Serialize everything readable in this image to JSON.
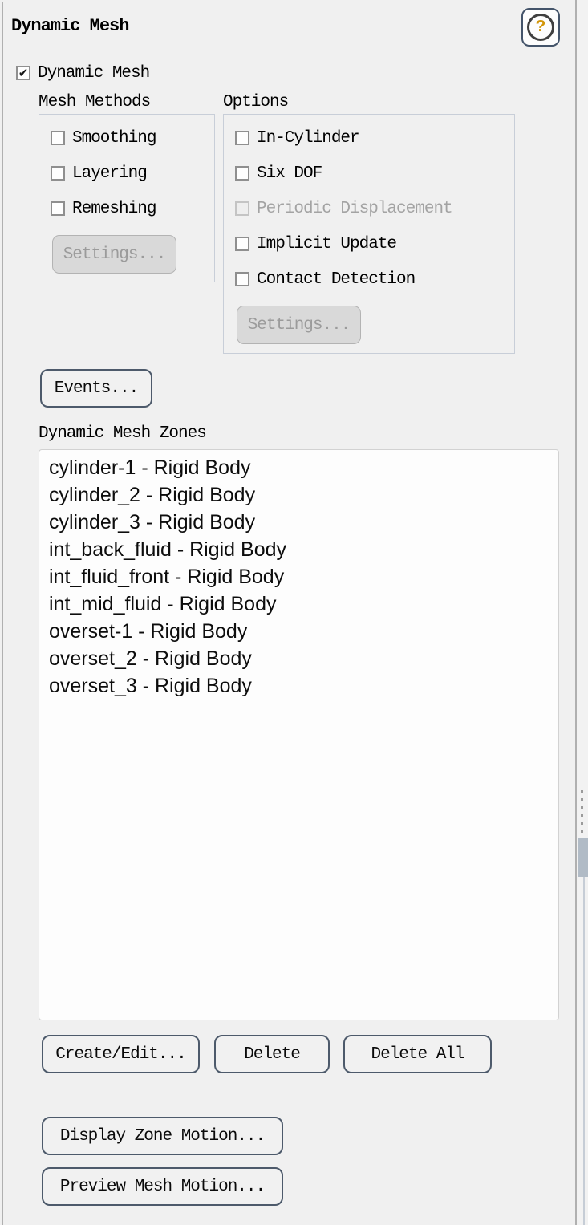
{
  "header": {
    "title": "Dynamic Mesh",
    "help_glyph": "?"
  },
  "enable": {
    "label": "Dynamic Mesh",
    "checked": true,
    "check_glyph": "✔"
  },
  "mesh_methods": {
    "label": "Mesh Methods",
    "items": [
      {
        "label": "Smoothing",
        "checked": false,
        "disabled": false
      },
      {
        "label": "Layering",
        "checked": false,
        "disabled": false
      },
      {
        "label": "Remeshing",
        "checked": false,
        "disabled": false
      }
    ],
    "settings_button": {
      "label": "Settings...",
      "disabled": true
    }
  },
  "options": {
    "label": "Options",
    "items": [
      {
        "label": "In-Cylinder",
        "checked": false,
        "disabled": false
      },
      {
        "label": "Six DOF",
        "checked": false,
        "disabled": false
      },
      {
        "label": "Periodic Displacement",
        "checked": false,
        "disabled": true
      },
      {
        "label": "Implicit Update",
        "checked": false,
        "disabled": false
      },
      {
        "label": "Contact Detection",
        "checked": false,
        "disabled": false
      }
    ],
    "settings_button": {
      "label": "Settings...",
      "disabled": true
    }
  },
  "buttons": {
    "events": "Events...",
    "create_edit": "Create/Edit...",
    "delete": "Delete",
    "delete_all": "Delete All",
    "display_zone_motion": "Display Zone Motion...",
    "preview_mesh_motion": "Preview Mesh Motion..."
  },
  "zones": {
    "label": "Dynamic Mesh Zones",
    "items": [
      "cylinder-1 - Rigid Body",
      "cylinder_2 - Rigid Body",
      "cylinder_3 - Rigid Body",
      "int_back_fluid - Rigid Body",
      "int_fluid_front - Rigid Body",
      "int_mid_fluid - Rigid Body",
      "overset-1 - Rigid Body",
      "overset_2 - Rigid Body",
      "overset_3 - Rigid Body"
    ]
  },
  "colors": {
    "panel_bg": "#f0f0f0",
    "accent_border": "#4d5a6b",
    "group_border": "#c8ced8",
    "disabled_bg": "#d9d9d9",
    "disabled_text": "#9b9b9b",
    "help_glyph_color": "#d2960a",
    "scroll_thumb": "#b1bbc6"
  }
}
